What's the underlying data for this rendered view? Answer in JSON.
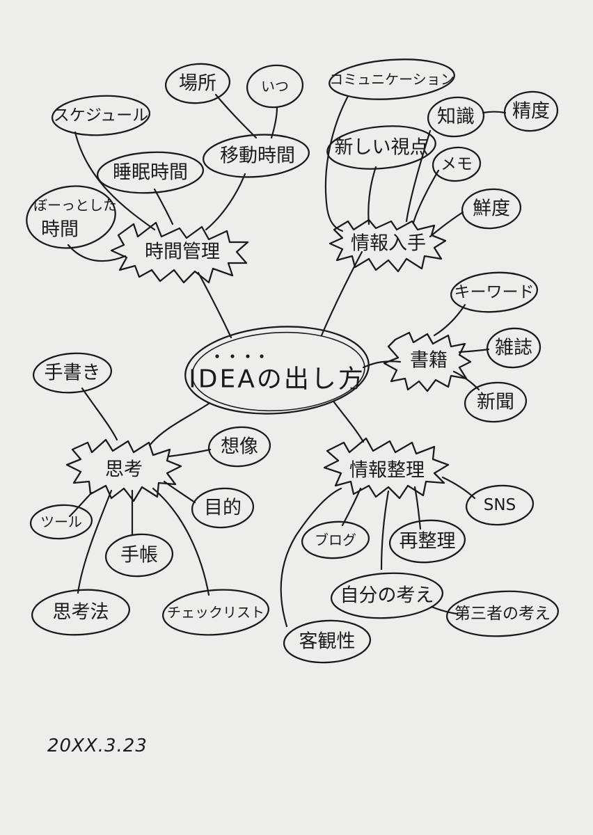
{
  "center": {
    "title": "IDEAの出し方",
    "emphasis_marks": "・・・・"
  },
  "hubs": {
    "time_management": "時間管理",
    "info_acquisition": "情報入手",
    "books": "書籍",
    "thinking": "思考",
    "info_organizing": "情報整理"
  },
  "leaves": {
    "schedule": "スケジュール",
    "place": "場所",
    "when": "いつ",
    "travel_time": "移動時間",
    "sleep_time": "睡眠時間",
    "idle_time_1": "ぼーっとした",
    "idle_time_2": "時間",
    "communication": "コミュニケーション",
    "knowledge": "知識",
    "precision": "精度",
    "new_perspective": "新しい視点",
    "memo": "メモ",
    "freshness": "鮮度",
    "keyword": "キーワード",
    "magazine": "雑誌",
    "newspaper": "新聞",
    "handwriting": "手書き",
    "imagination": "想像",
    "purpose": "目的",
    "tool": "ツール",
    "notebook": "手帳",
    "thinking_method": "思考法",
    "checklist": "チェックリスト",
    "blog": "ブログ",
    "sns": "SNS",
    "reorganize": "再整理",
    "own_thoughts": "自分の考え",
    "third_party_thoughts": "第三者の考え",
    "objectivity": "客観性"
  },
  "date": "20XX.3.23"
}
